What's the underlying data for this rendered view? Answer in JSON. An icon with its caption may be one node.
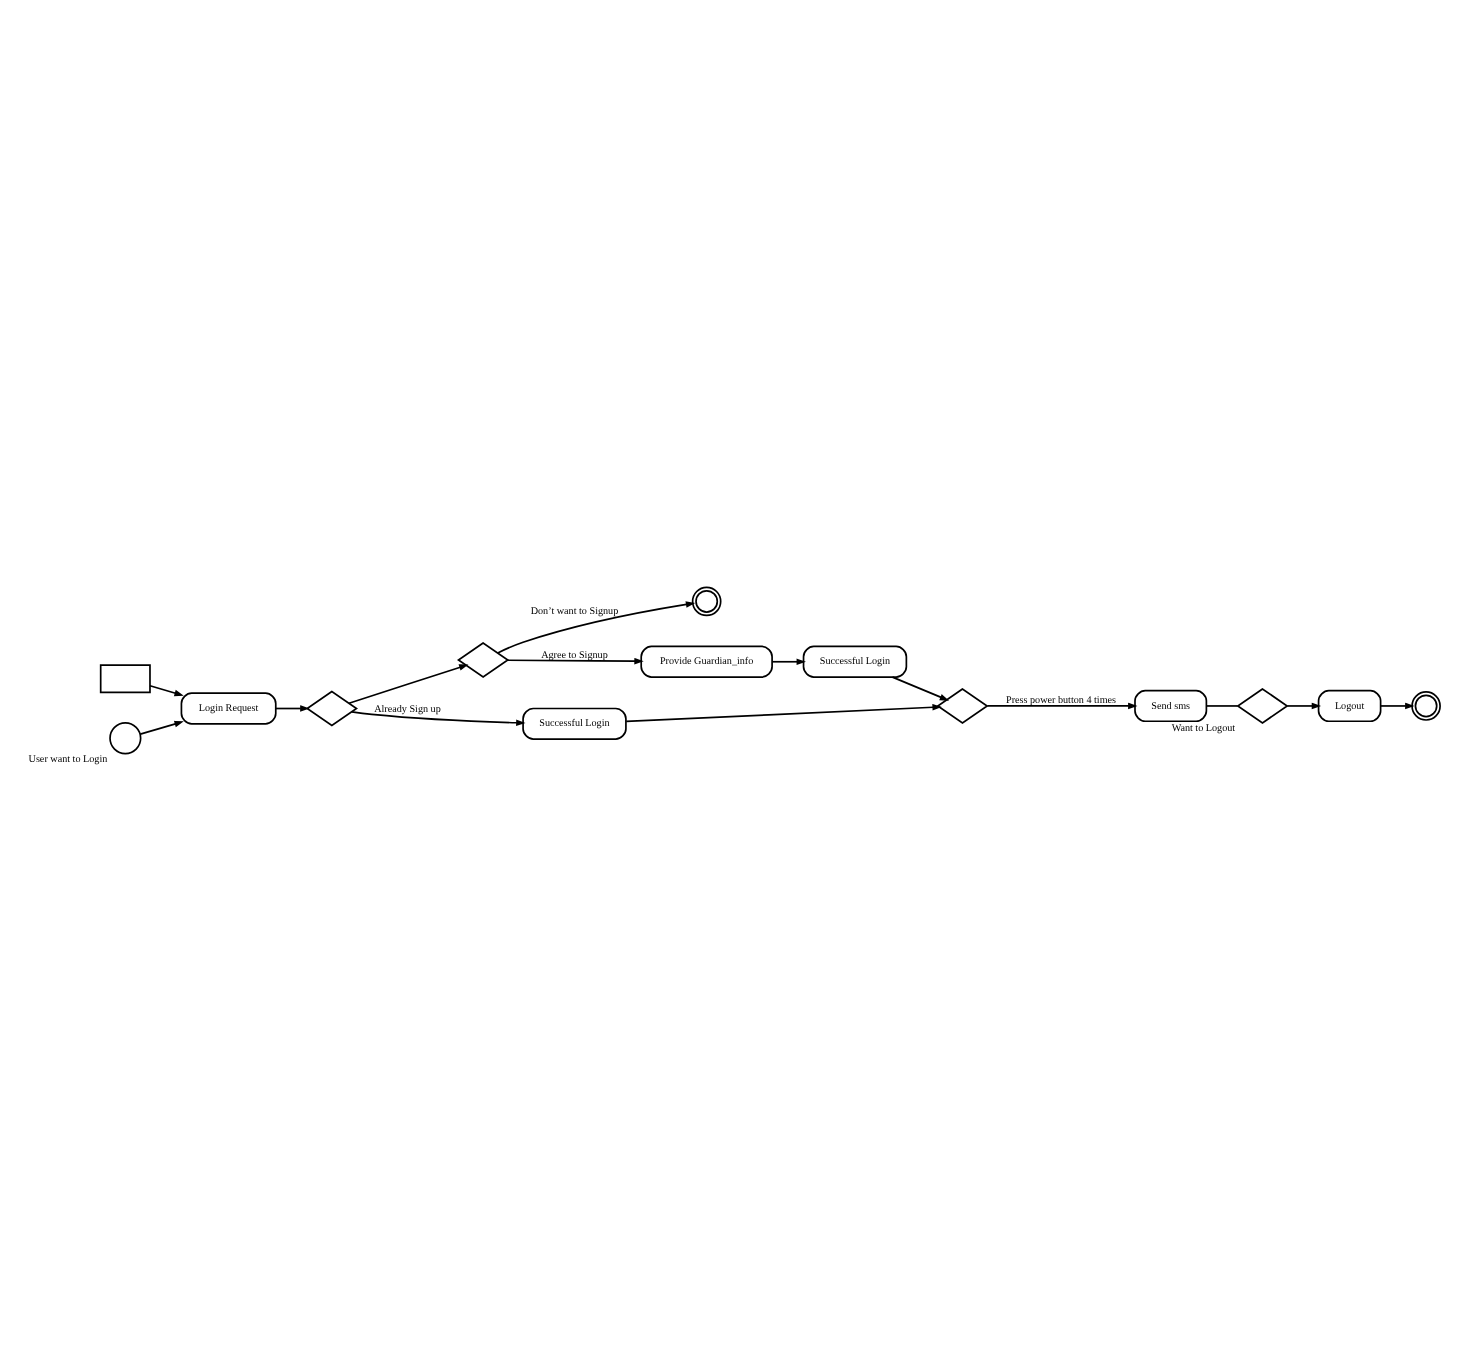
{
  "diagram": {
    "nodes": [
      {
        "text": [],
        "shape": "doublecircle"
      },
      {
        "text": [],
        "shape": "diamond"
      },
      {
        "text": [
          "Provide Guardian_info"
        ]
      },
      {
        "text": [
          "Successful Login"
        ]
      },
      {
        "text": [],
        "shape": "card"
      },
      {
        "text": [],
        "shape": "circle",
        "beside": [
          "User want to Login"
        ]
      },
      {
        "text": [
          "Login Request"
        ]
      },
      {
        "text": [],
        "shape": "diamond"
      },
      {
        "text": [
          "Successful Login"
        ]
      },
      {
        "text": [],
        "shape": "diamond"
      },
      {
        "text": [
          "Send sms"
        ]
      },
      {
        "text": [],
        "shape": "diamond",
        "beside": [
          "Want to Logout"
        ]
      },
      {
        "text": [
          "Logout"
        ]
      },
      {
        "text": [],
        "shape": "doublecircle"
      }
    ],
    "edges": [
      {
        "from": 1,
        "to": 0,
        "arrow": "to",
        "label": "Don’t want to Signup"
      },
      {
        "from": 1,
        "to": 2,
        "arrow": "to",
        "label": "Agree to Signup"
      },
      {
        "from": 2,
        "to": 3,
        "arrow": "to"
      },
      {
        "from": 3,
        "to": 9,
        "arrow": "to"
      },
      {
        "from": 4,
        "to": 6,
        "arrow": "to"
      },
      {
        "from": 5,
        "to": 6,
        "arrow": "to"
      },
      {
        "from": 6,
        "to": 7,
        "arrow": "to"
      },
      {
        "from": 7,
        "to": 1,
        "arrow": "to"
      },
      {
        "from": 7,
        "to": 8,
        "arrow": "to",
        "label": "Already Sign up"
      },
      {
        "from": 8,
        "to": 9,
        "arrow": "to"
      },
      {
        "from": 9,
        "to": 10,
        "arrow": "to",
        "label": "Press power button 4 times"
      },
      {
        "from": 10,
        "to": 11,
        "arrow": "none"
      },
      {
        "from": 11,
        "to": 12,
        "arrow": "to"
      },
      {
        "from": 12,
        "to": 13,
        "arrow": "to"
      }
    ]
  }
}
